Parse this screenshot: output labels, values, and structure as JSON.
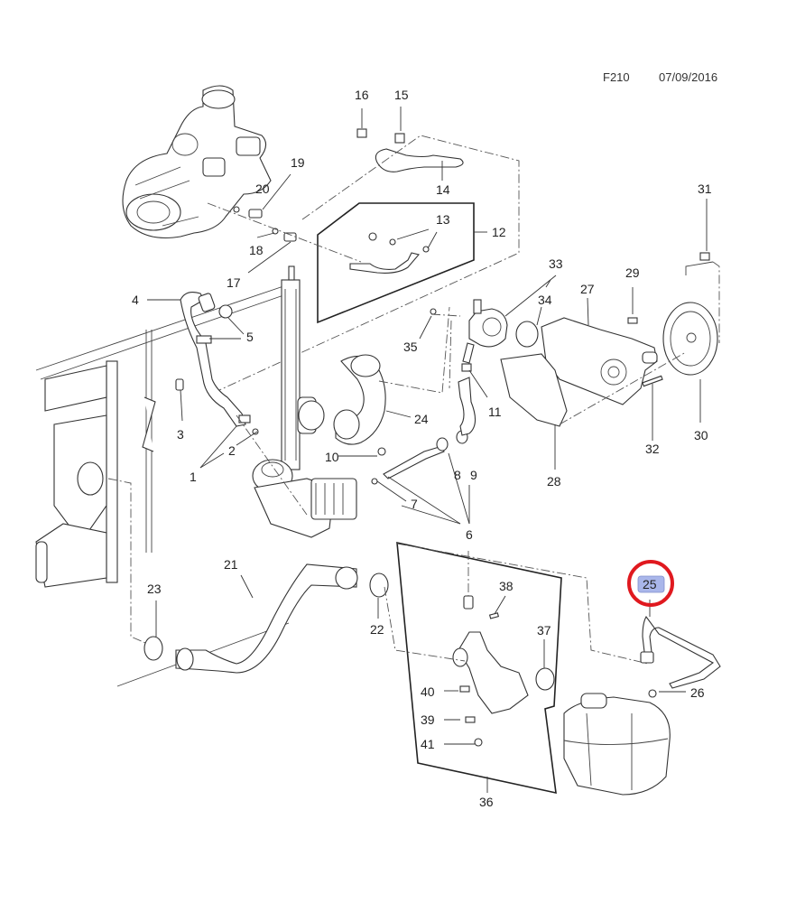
{
  "header": {
    "figure_code": "F210",
    "date": "07/09/2016"
  },
  "highlight": {
    "part": "25",
    "ring_color": "#e0191f",
    "label_bg": "#a9b6ea"
  },
  "callouts": {
    "c1": "1",
    "c2": "2",
    "c3": "3",
    "c4": "4",
    "c5": "5",
    "c6": "6",
    "c7": "7",
    "c8": "8",
    "c9": "9",
    "c10": "10",
    "c11": "11",
    "c12": "12",
    "c13": "13",
    "c14": "14",
    "c15": "15",
    "c16": "16",
    "c17": "17",
    "c18": "18",
    "c19": "19",
    "c20": "20",
    "c21": "21",
    "c22": "22",
    "c23": "23",
    "c24": "24",
    "c25": "25",
    "c26": "26",
    "c27": "27",
    "c28": "28",
    "c29": "29",
    "c30": "30",
    "c31": "31",
    "c32": "32",
    "c33": "33",
    "c34": "34",
    "c35": "35",
    "c36": "36",
    "c37": "37",
    "c38": "38",
    "c39": "39",
    "c40": "40",
    "c41": "41"
  }
}
